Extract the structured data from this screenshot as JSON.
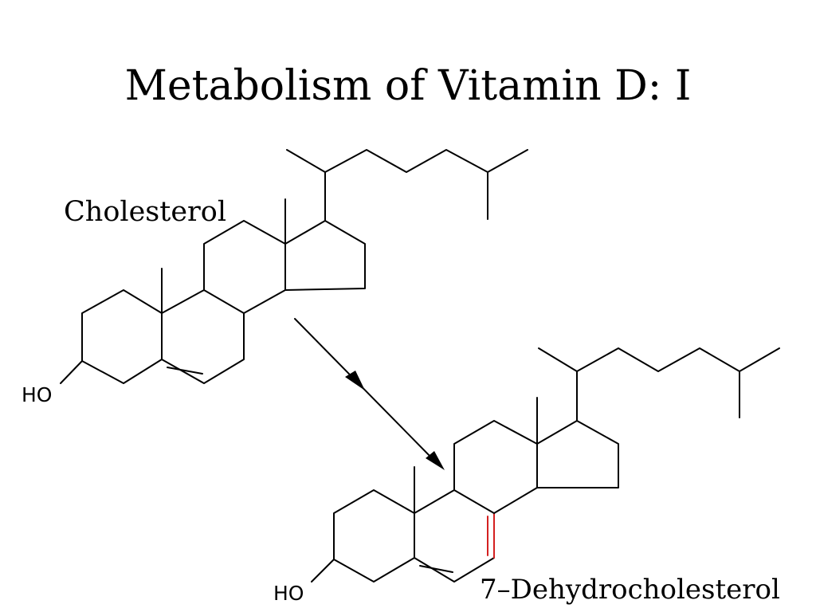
{
  "slide": {
    "title": "Metabolism of Vitamin D: I"
  },
  "compounds": {
    "cholesterol": {
      "label": "Cholesterol",
      "hydroxyl": "HO"
    },
    "dehydrocholesterol": {
      "label": "7–Dehydrocholesterol",
      "hydroxyl": "HO"
    }
  },
  "colors": {
    "bonds": "#000000",
    "new_double_bond": "#d42020",
    "background": "#ffffff"
  }
}
